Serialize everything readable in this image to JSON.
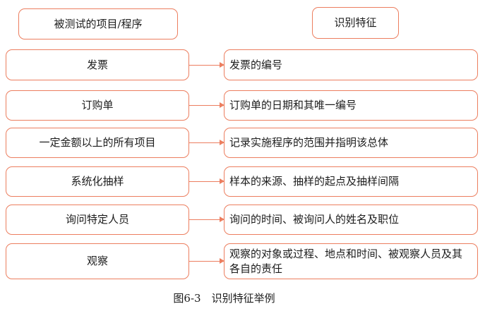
{
  "figure": {
    "colors": {
      "border": "#ec7e5f",
      "text": "#1c1c1c",
      "background": "#ffffff"
    },
    "headers": {
      "left": "被测试的项目/程序",
      "right": "识别特征"
    },
    "rows": [
      {
        "item": "发票",
        "feature": "发票的编号"
      },
      {
        "item": "订购单",
        "feature": "订购单的日期和其唯一编号"
      },
      {
        "item": "一定金额以上的所有项目",
        "feature": "记录实施程序的范围并指明该总体"
      },
      {
        "item": "系统化抽样",
        "feature": "样本的来源、抽样的起点及抽样间隔"
      },
      {
        "item": "询问特定人员",
        "feature": "询问的时间、被询问人的姓名及职位"
      },
      {
        "item": "观察",
        "feature": "观察的对象或过程、地点和时间、被观察人员及其各自的责任"
      }
    ],
    "caption": "图6-3　识别特征举例"
  }
}
